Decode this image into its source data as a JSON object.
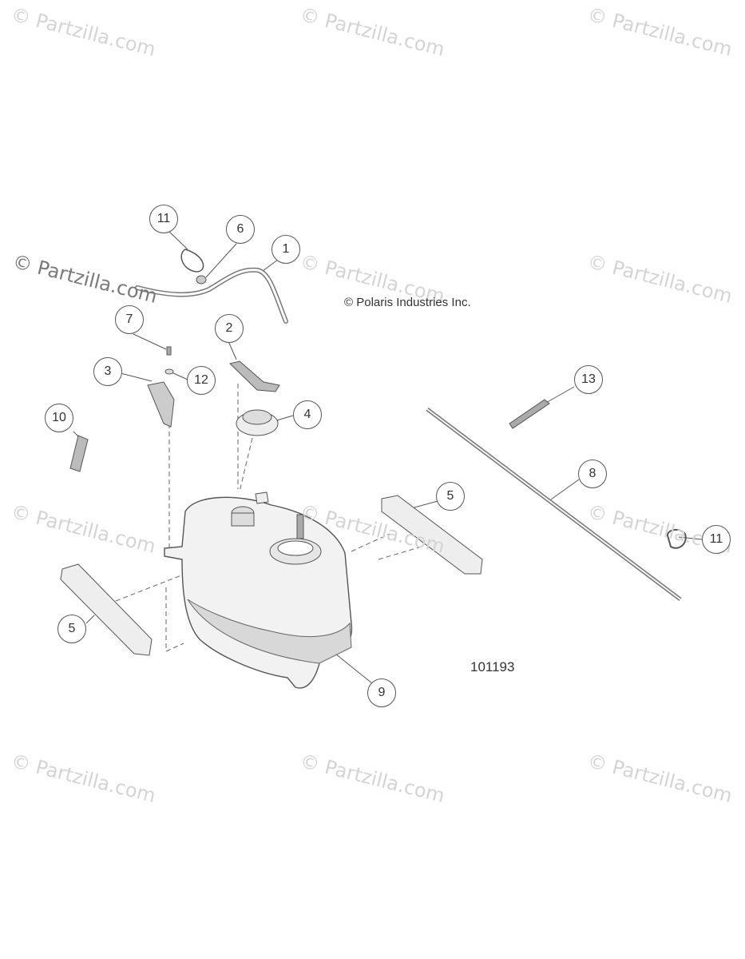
{
  "watermark": "© Partzilla.com",
  "copyright": "© Polaris Industries Inc.",
  "ref_number": "101193",
  "callouts": [
    "1",
    "2",
    "3",
    "4",
    "5",
    "5",
    "6",
    "7",
    "8",
    "9",
    "10",
    "11",
    "11",
    "12",
    "13"
  ]
}
